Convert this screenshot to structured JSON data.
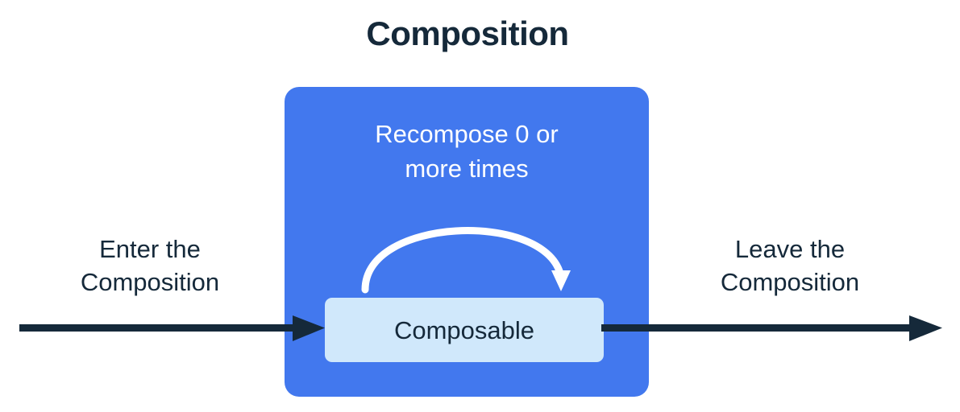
{
  "diagram": {
    "title": "Composition",
    "composition_box": {
      "name": "Composition",
      "color": "#4278ee",
      "recompose_label_line1": "Recompose 0 or",
      "recompose_label_line2": "more times",
      "loop_arrow_name": "recompose-loop-arrow",
      "loop_arrow_color": "#ffffff"
    },
    "composable_box": {
      "label": "Composable",
      "fill_color": "#d0e8fb",
      "text_color": "#15293a"
    },
    "enter_flow": {
      "label_line1": "Enter the",
      "label_line2": "Composition",
      "arrow_name": "enter-composition-arrow",
      "arrow_color": "#15293a"
    },
    "leave_flow": {
      "label_line1": "Leave the",
      "label_line2": "Composition",
      "arrow_name": "leave-composition-arrow",
      "arrow_color": "#15293a"
    },
    "colors": {
      "background": "#ffffff",
      "accent_blue": "#4278ee",
      "light_blue": "#d0e8fb",
      "ink": "#15293a",
      "white": "#ffffff"
    }
  }
}
